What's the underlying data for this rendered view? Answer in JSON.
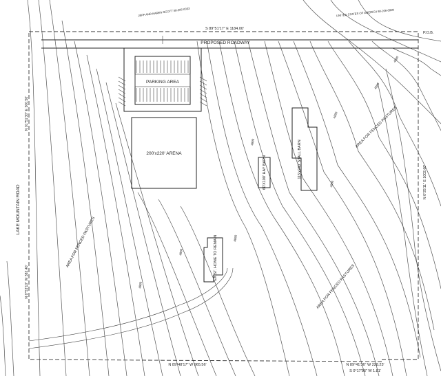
{
  "labels": {
    "adjacent_north_left": "JEFF AND KAREN SCOTT 58-206-0033",
    "adjacent_north_right": "UNITED STATES OF AMERICA 58-206-0009",
    "pob": "P.O.B.",
    "bearing_north": "S 89°51'17\" E 1184.00'",
    "proposed_roadway": "PROPOSED ROADWAY",
    "parking_area": "PARKING AREA",
    "arena": "200'x220' ARENA",
    "hay_barn": "60'X100' HAY BARN",
    "stall_barn": "115'x240' STALL BARN",
    "pasture_ne": "AREA FOR FENCED PASTURES",
    "pasture_w": "AREA FOR FENCED PASTURES",
    "pasture_se": "AREA FOR FENCED PASTURES",
    "existing_home": "EXIST. HOME TO REMAIN",
    "bearing_west_upper": "N 01°51'30\" E 300.50'",
    "bearing_west_lower": "N 0°53'10\" W 382.40'",
    "bearing_east": "N 0°25'11\" E 1002.60'",
    "road_name": "LAKE MOUNTAIN ROAD",
    "bearing_south": "N 89°48'17\" W 965.56'",
    "bearing_south_right1": "N 89°41'36\" W 228.23'",
    "bearing_south_right2": "S 0°17'56\" W 1.81'",
    "contour_a": "4890",
    "contour_b": "4880",
    "contour_c": "4880",
    "contour_d": "4880",
    "contour_e": "4880",
    "contour_f": "4880",
    "contour_g": "4880",
    "contour_h": "4880"
  }
}
